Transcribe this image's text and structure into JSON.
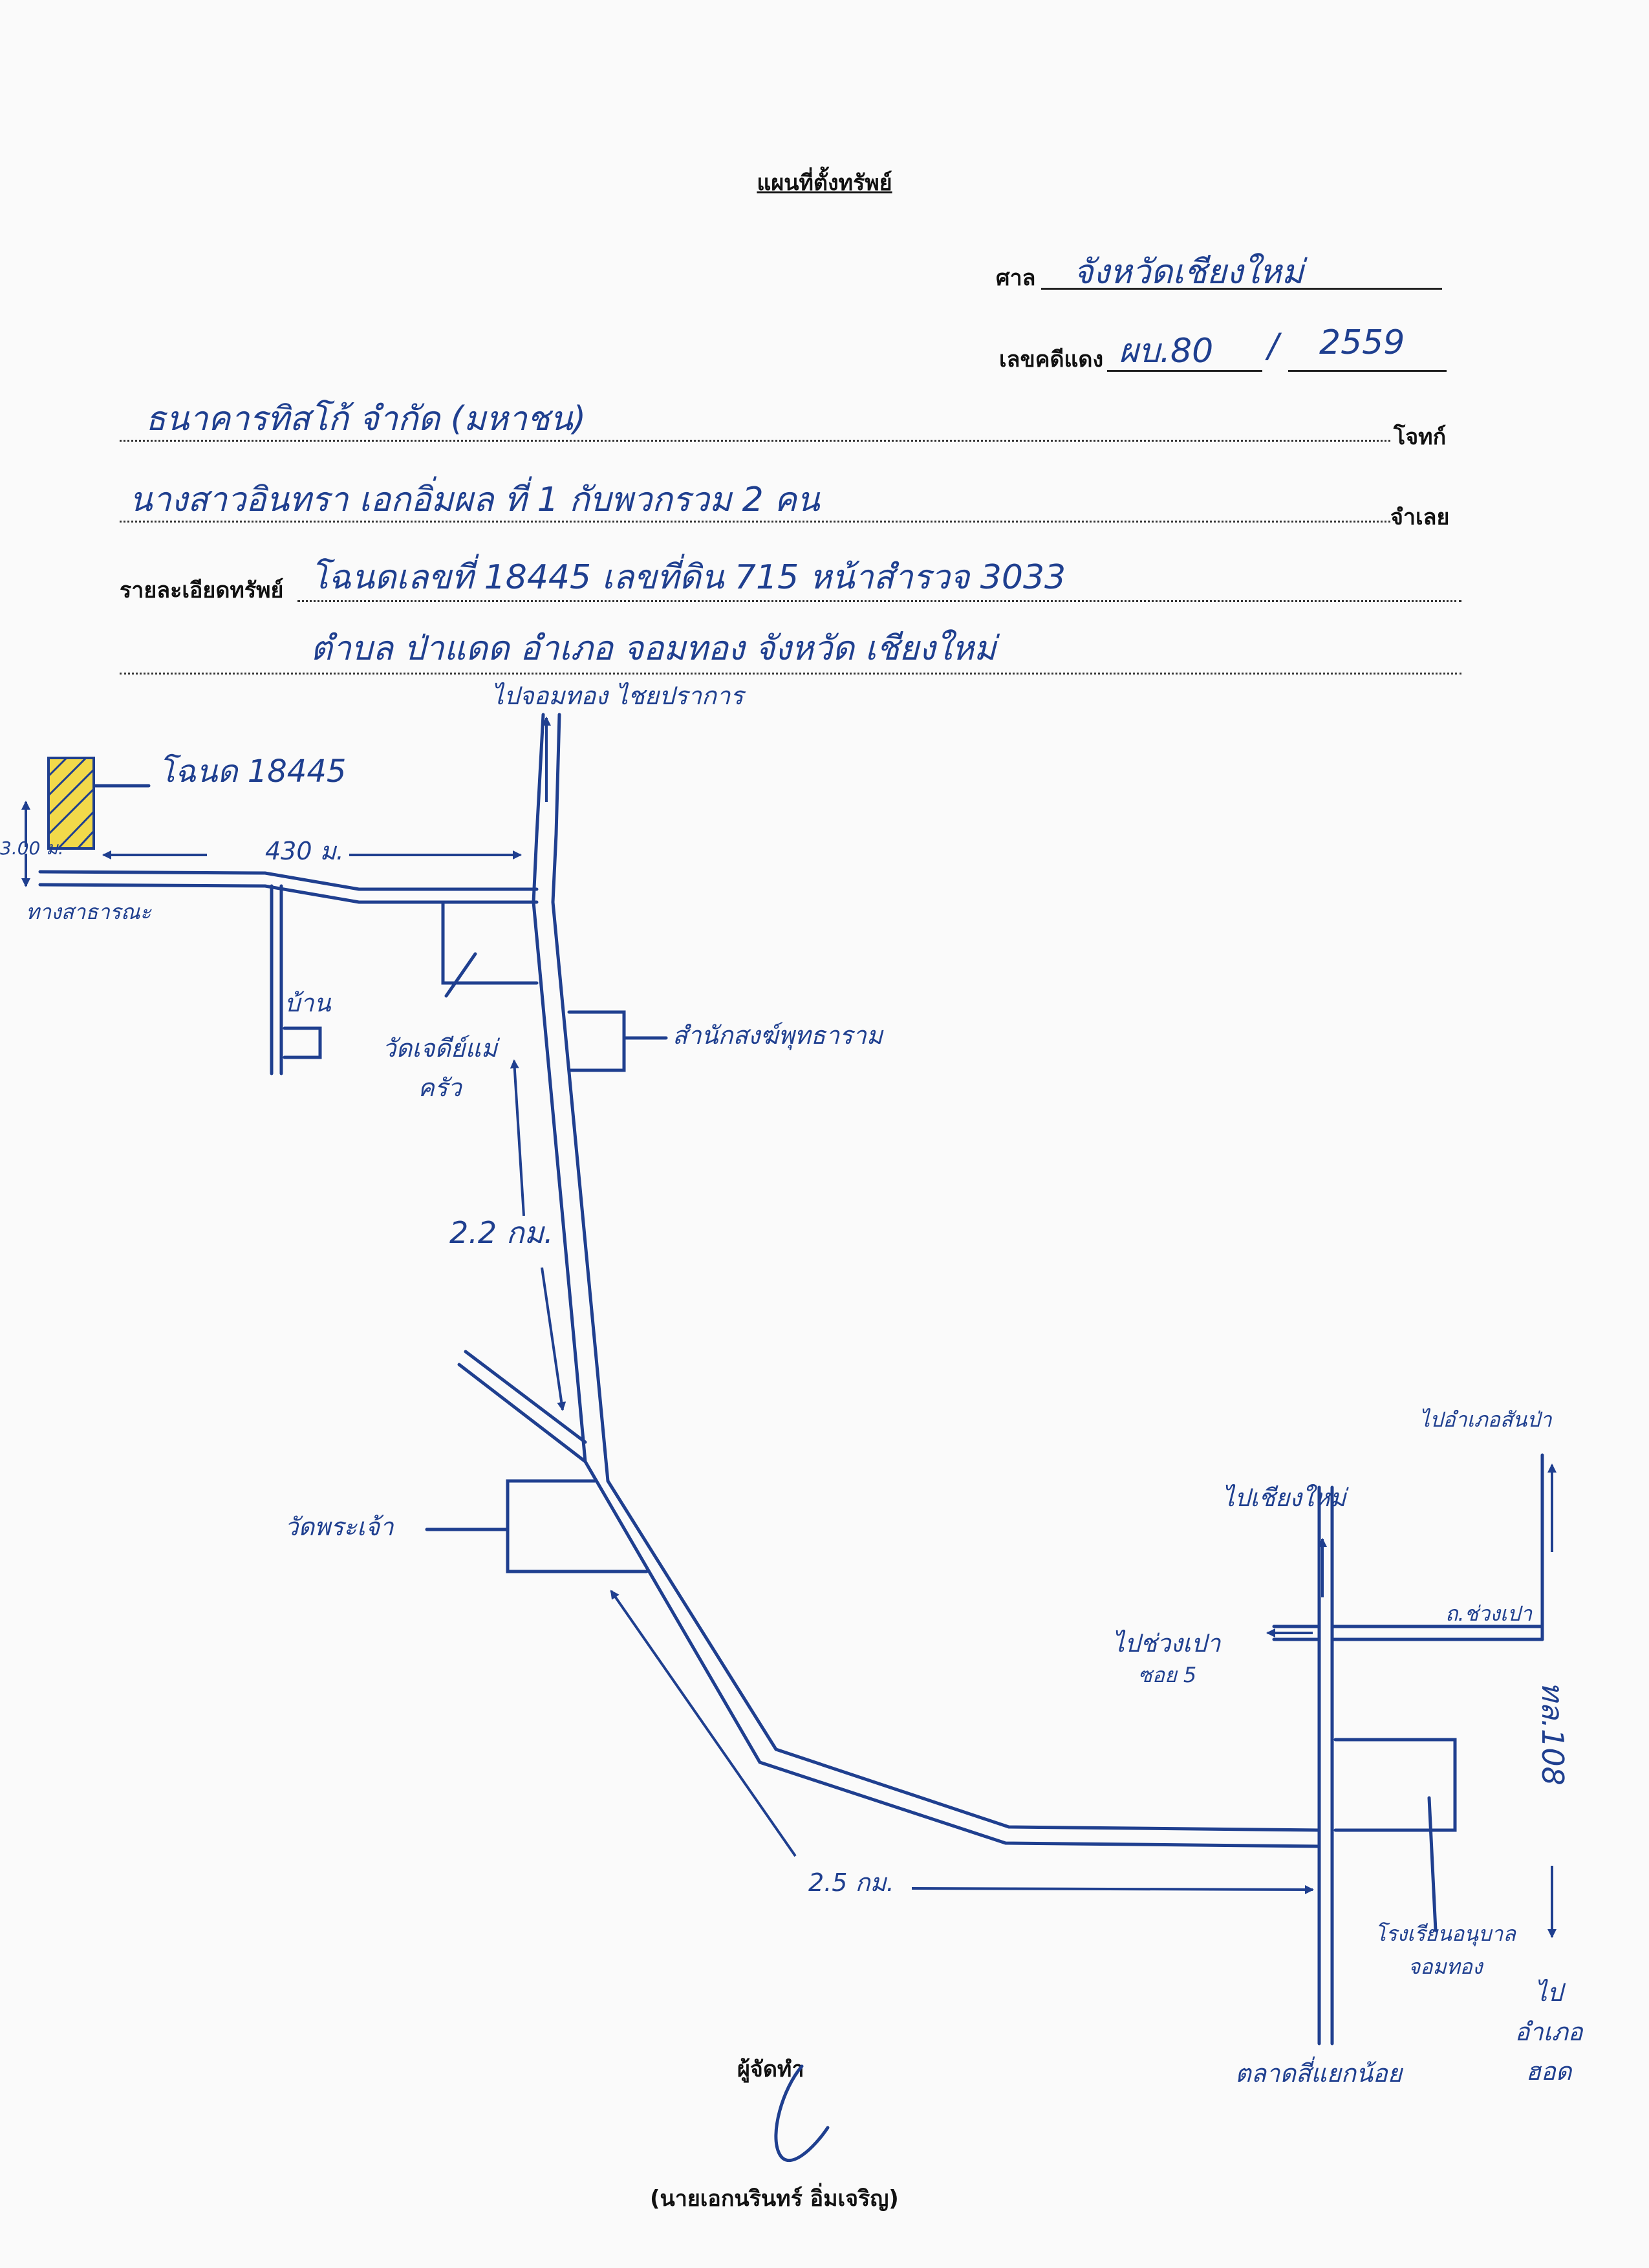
{
  "header": {
    "title": "แผนที่ตั้งทรัพย์",
    "court_label": "ศาล",
    "court_value": "จังหวัดเชียงใหม่",
    "case_label": "เลขคดีแดง",
    "case_number": "ผบ.80",
    "case_separator": "/",
    "case_year": "2559"
  },
  "parties": {
    "plaintiff": "ธนาคารทิสโก้ จำกัด (มหาชน)",
    "plaintiff_label": "โจทก์",
    "defendant": "นางสาวอินทรา เอกอิ่มผล ที่ 1 กับพวกรวม 2 คน",
    "defendant_label": "จำเลย"
  },
  "property": {
    "label": "รายละเอียดทรัพย์",
    "line1": "โฉนดเลขที่ 18445 เลขที่ดิน 715 หน้าสำรวจ 3033",
    "line2": "ตำบล ป่าแดด อำเภอ จอมทอง จังหวัด เชียงใหม่"
  },
  "map": {
    "to_top": "ไปจอมทอง ไชยปราการ",
    "deed": "โฉนด 18445",
    "road_width": "3.00 ม.",
    "public_way": "ทางสาธารณะ",
    "dist_430": "430 ม.",
    "house": "บ้าน",
    "wat_chedi": "วัดเจดีย์แม่ครัว",
    "school": "สำนักสงฆ์พุทธาราม",
    "dist_22": "2.2 กม.",
    "wat_phra": "วัดพระเจ้า",
    "dist_25": "2.5 กม.",
    "to_amphoe": "ไปอำเภอสันป่า",
    "to_top_right": "ไปเชียงใหม่",
    "to_left": "ไปช่วงเปา",
    "soi": "ซอย 5",
    "rd_label": "ถ.ช่วงเปา",
    "hwy": "ทล.108",
    "rong_rian": "โรงเรียนอนุบาลจอมทอง",
    "to_bottom_right": "ไปอำเภอฮอด",
    "market": "ตลาดสี่แยกน้อย"
  },
  "footer": {
    "maker_label": "ผู้จัดทำ",
    "maker_name": "(นายเอกนรินทร์ อิ่มเจริญ)"
  },
  "colors": {
    "ink": "#1f3f8f",
    "deed_fill": "#f2d94a"
  }
}
